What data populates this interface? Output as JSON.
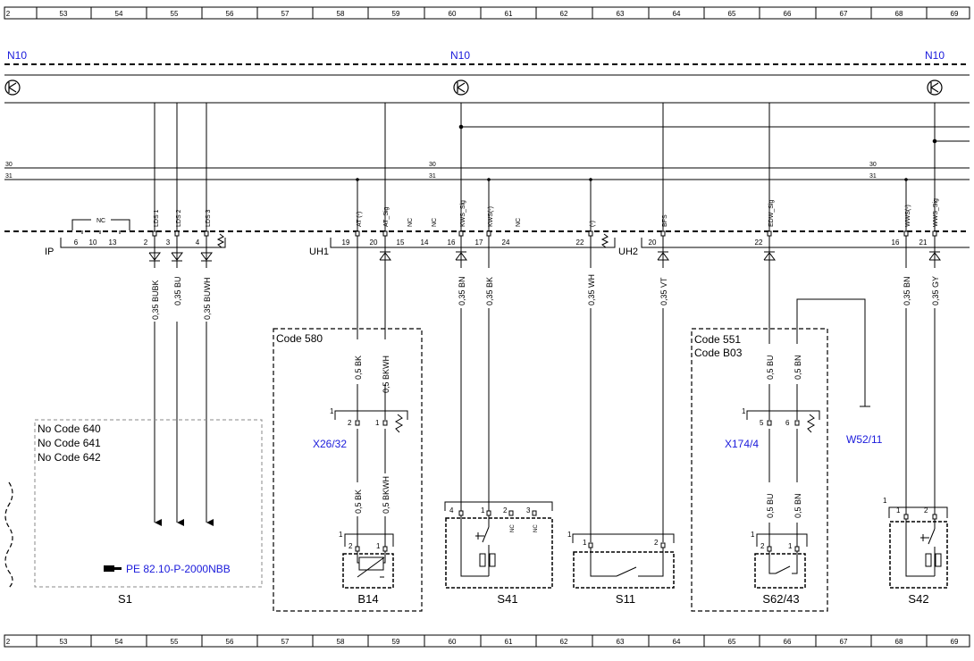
{
  "ruler": {
    "edge_left": "2",
    "cols": [
      "53",
      "54",
      "55",
      "56",
      "57",
      "58",
      "59",
      "60",
      "61",
      "62",
      "63",
      "64",
      "65",
      "66",
      "67",
      "68",
      "69"
    ]
  },
  "modules": {
    "n10_left": "N10",
    "n10_mid": "N10",
    "n10_right": "N10"
  },
  "buses": {
    "l30_left": "30",
    "l31_left": "31",
    "l30_mid": "30",
    "l31_mid": "31",
    "l30_right": "30",
    "l31_right": "31"
  },
  "connectors": {
    "ip": "IP",
    "uh1": "UH1",
    "uh2": "UH2"
  },
  "ip_pins": {
    "nc_label": "NC",
    "p6": "6",
    "p10": "10",
    "p13": "13",
    "p2": "2",
    "p3": "3",
    "p4": "4"
  },
  "uh1_pins": {
    "p19": "19",
    "p20": "20",
    "p15": "15",
    "p14": "14",
    "p16": "16",
    "p17": "17",
    "p24": "24",
    "p22": "22"
  },
  "uh2_pins": {
    "p20": "20",
    "p22": "22",
    "p16": "16",
    "p21": "21"
  },
  "signals": {
    "lds1": "LDS 1",
    "lds2": "LDS 2",
    "lds3": "LDS 3",
    "at_neg": "AT (-)",
    "at_sig": "AT_Sig",
    "nc": "NC",
    "kws_sig": "KWS_Sig",
    "kws_neg": "KWS(-)",
    "neg": "(-)",
    "bfs": "BFS",
    "edw_sig": "EDW_Sig",
    "wws_neg": "WWS(-)",
    "wws_sig": "WWS_Sig"
  },
  "wires": {
    "w_bubk": "0,35 BUBK",
    "w_bu": "0,35 BU",
    "w_buwh": "0,35 BUWH",
    "w_05bk_top": "0,5 BK",
    "w_05bkwh_top": "0,5 BKWH",
    "w_05bk_bot": "0,5 BK",
    "w_05bkwh_bot": "0,5 BKWH",
    "w_035bn_a": "0,35 BN",
    "w_035bk": "0,35 BK",
    "w_035wh": "0,35 WH",
    "w_035vt": "0,35 VT",
    "w_05bu_top": "0,5 BU",
    "w_05bn_top": "0,5 BN",
    "w_05bu_bot": "0,5 BU",
    "w_05bn_bot": "0,5 BN",
    "w_035bn_b": "0,35 BN",
    "w_035gy": "0,35 GY"
  },
  "codes": {
    "c580": "Code 580",
    "c551": "Code 551",
    "cb03": "Code B03",
    "no640": "No Code 640",
    "no641": "No Code 641",
    "no642": "No Code 642"
  },
  "refs": {
    "x26": "X26/32",
    "x174": "X174/4",
    "w52": "W52/11",
    "pe_ref": "PE 82.10-P-2000NBB"
  },
  "components": {
    "s1": "S1",
    "b14": "B14",
    "s41": "S41",
    "s11": "S11",
    "s62": "S62/43",
    "s42": "S42"
  },
  "pins_small": {
    "x26_1": "1",
    "x26_2": "2",
    "x26_1b": "1",
    "x174_1": "1",
    "x174_5": "5",
    "x174_6": "6",
    "b14_1": "1",
    "b14_2": "2",
    "b14_1b": "1",
    "s41_4": "4",
    "s41_1": "1",
    "s41_2": "2",
    "s41_3": "3",
    "s41_nc1": "NC",
    "s41_nc2": "NC",
    "s11_1": "1",
    "s11_1b": "1",
    "s11_2": "2",
    "s62_1": "1",
    "s62_2": "2",
    "s62_1b": "1",
    "s42_1": "1",
    "s42_1b": "1",
    "s42_2": "2"
  }
}
